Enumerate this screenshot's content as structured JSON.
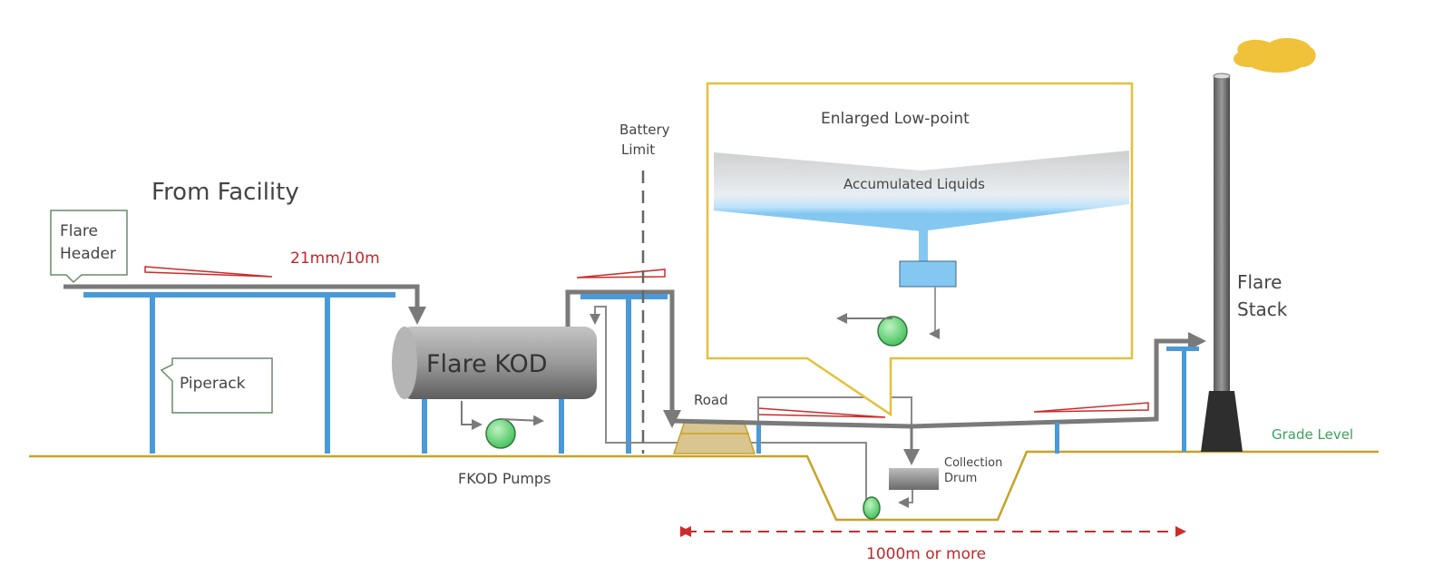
{
  "title": "From Facility",
  "labels": {
    "flare_header": [
      "Flare",
      "Header"
    ],
    "slope": "21mm/10m",
    "piperack": "Piperack",
    "flare_kod": "Flare KOD",
    "fkod_pumps": "FKOD Pumps",
    "battery_limit": [
      "Battery",
      "Limit"
    ],
    "road": "Road",
    "enlarged": "Enlarged  Low-point",
    "accumulated": "Accumulated Liquids",
    "collection_drum": [
      "Collection",
      "Drum"
    ],
    "distance": "1000m or more",
    "flare_stack": [
      "Flare",
      "Stack"
    ],
    "grade_level": "Grade Level"
  },
  "colors": {
    "pipe": "#7a7a7a",
    "support": "#4a9ad9",
    "ground": "#c9a227",
    "slope": "#cc2b2b",
    "callout_box": "#e6c03a",
    "pump": "#5fd36f",
    "grade_text": "#3aa35a",
    "flame": "#f0c23a",
    "liquid": "#84c8f2"
  }
}
